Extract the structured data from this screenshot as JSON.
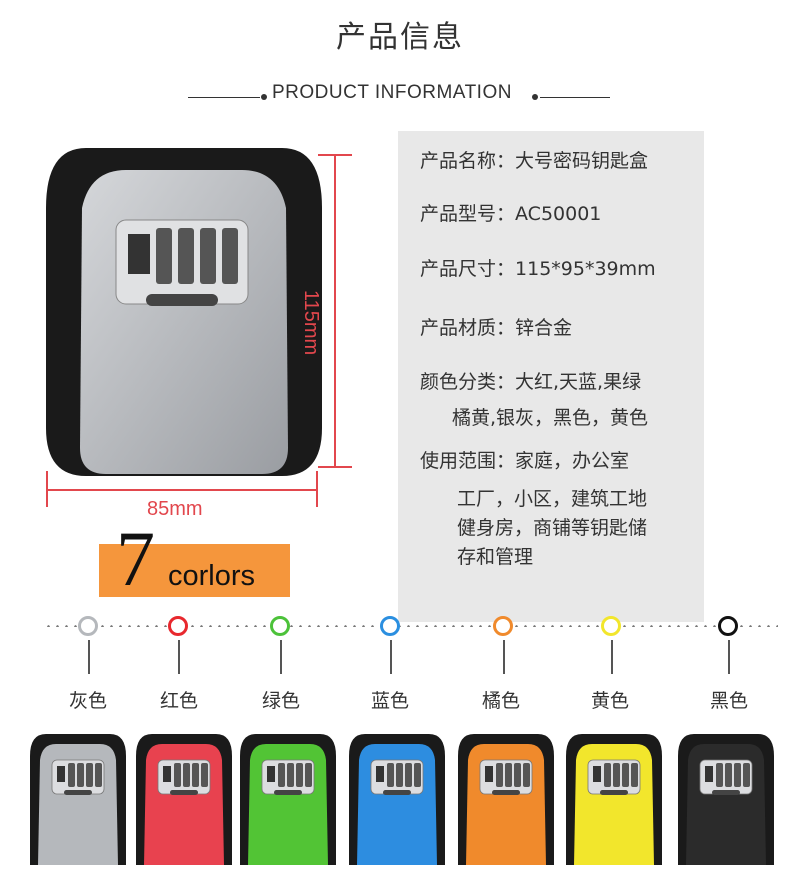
{
  "header": {
    "title": "产品信息",
    "subtitle": "PRODUCT INFORMATION"
  },
  "dimensions": {
    "height": "115mm",
    "width": "85mm"
  },
  "badge": {
    "number": "7",
    "text": "corlors"
  },
  "info": {
    "name_label": "产品名称：",
    "name_value": "大号密码钥匙盒",
    "model_label": "产品型号：",
    "model_value": "AC50001",
    "size_label": "产品尺寸：",
    "size_value": "115*95*39mm",
    "material_label": "产品材质：",
    "material_value": "锌合金",
    "color_label": "颜色分类：",
    "color_value_1": "大红,天蓝,果绿",
    "color_value_2": "橘黄,银灰，黑色，黄色",
    "usage_label": "使用范围：",
    "usage_value_1": "家庭，办公室",
    "usage_value_2": "工厂，小区，建筑工地",
    "usage_value_3": "健身房，商铺等钥匙储",
    "usage_value_4": "存和管理"
  },
  "colors": [
    {
      "label": "灰色",
      "hex": "#b5b8bc"
    },
    {
      "label": "红色",
      "hex": "#e8424f"
    },
    {
      "label": "绿色",
      "hex": "#52c435"
    },
    {
      "label": "蓝色",
      "hex": "#2d8de0"
    },
    {
      "label": "橘色",
      "hex": "#f08a2c"
    },
    {
      "label": "黄色",
      "hex": "#f2e62c"
    },
    {
      "label": "黑色",
      "hex": "#2b2b2b"
    }
  ],
  "ring_colors": [
    "#b5b8bc",
    "#e8282e",
    "#4cc23a",
    "#2b8fe0",
    "#f08a2c",
    "#f2e62c",
    "#111111"
  ]
}
